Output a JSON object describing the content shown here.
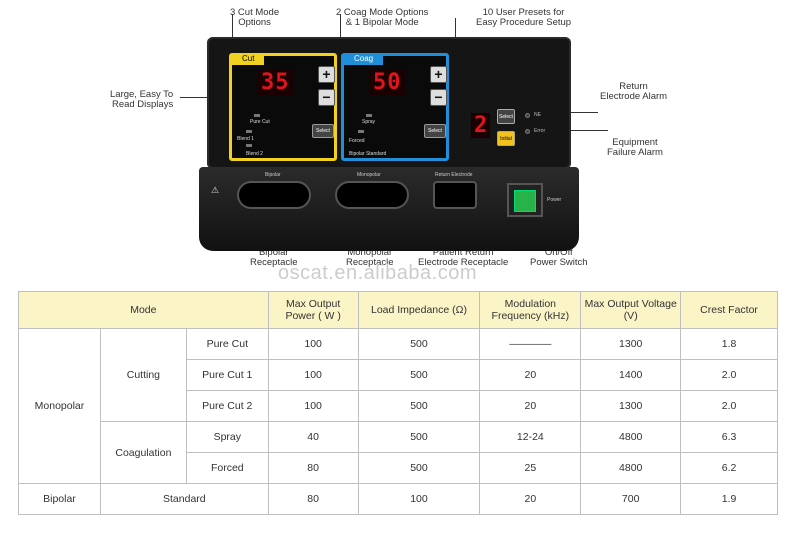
{
  "callouts": {
    "cut_options": [
      "3 Cut Mode",
      "Options"
    ],
    "coag_options": [
      "2 Coag Mode Options",
      "& 1 Bipolar Mode"
    ],
    "presets": [
      "10 User Presets for",
      "Easy Procedure Setup"
    ],
    "displays": [
      "Large,  Easy To",
      "Read Displays"
    ],
    "return_alarm": [
      "Return",
      "Electrode Alarm"
    ],
    "failure_alarm": [
      "Equipment",
      "Failure Alarm"
    ],
    "bipolar_receptacle": [
      "Bipolar",
      "Receptacle"
    ],
    "monopolar_receptacle": [
      "Monopolar",
      "Receptacle"
    ],
    "patient_return": [
      "Patient Return",
      "Electrode Receptacle"
    ],
    "power_switch": [
      "On/Off",
      "Power Switch"
    ]
  },
  "device": {
    "cut_tab": "Cut",
    "coag_tab": "Coag",
    "cut_value": "35",
    "coag_value": "50",
    "preset_value": "2",
    "plus": "+",
    "minus": "−",
    "select": "Select",
    "cut_options": [
      "Pure Cut",
      "Blend 1",
      "Blend 2"
    ],
    "coag_options": [
      "Spray",
      "Forced",
      "Bipolar Standard"
    ],
    "initial": "Initial",
    "alarm_ne": "NE",
    "alarm_error": "Error",
    "bipolar_label": "Bipolar",
    "monopolar_label": "Monopolar",
    "return_label": "Return Electrode",
    "power_label": "Power"
  },
  "watermark": "oscat.en.alibaba.com",
  "table": {
    "headers": [
      "Mode",
      "Max Output Power ( W )",
      "Load Impedance (Ω)",
      "Modulation Frequency (kHz)",
      "Max Output Voltage (V)",
      "Crest Factor"
    ],
    "groups": {
      "monopolar": "Monopolar",
      "cutting": "Cutting",
      "coagulation": "Coagulation",
      "bipolar": "Bipolar"
    },
    "rows": [
      {
        "mode": "Pure Cut",
        "power": "100",
        "impedance": "500",
        "freq": "————",
        "voltage": "1300",
        "crest": "1.8"
      },
      {
        "mode": "Pure Cut 1",
        "power": "100",
        "impedance": "500",
        "freq": "20",
        "voltage": "1400",
        "crest": "2.0"
      },
      {
        "mode": "Pure Cut 2",
        "power": "100",
        "impedance": "500",
        "freq": "20",
        "voltage": "1300",
        "crest": "2.0"
      },
      {
        "mode": "Spray",
        "power": "40",
        "impedance": "500",
        "freq": "12-24",
        "voltage": "4800",
        "crest": "6.3"
      },
      {
        "mode": "Forced",
        "power": "80",
        "impedance": "500",
        "freq": "25",
        "voltage": "4800",
        "crest": "6.2"
      },
      {
        "mode": "Standard",
        "power": "80",
        "impedance": "100",
        "freq": "20",
        "voltage": "700",
        "crest": "1.9"
      }
    ]
  },
  "colors": {
    "cut": "#f2d21e",
    "coag": "#1e8fd8",
    "led": "#e0141c",
    "header_bg": "#fbf4c7",
    "power": "#27b34a"
  }
}
